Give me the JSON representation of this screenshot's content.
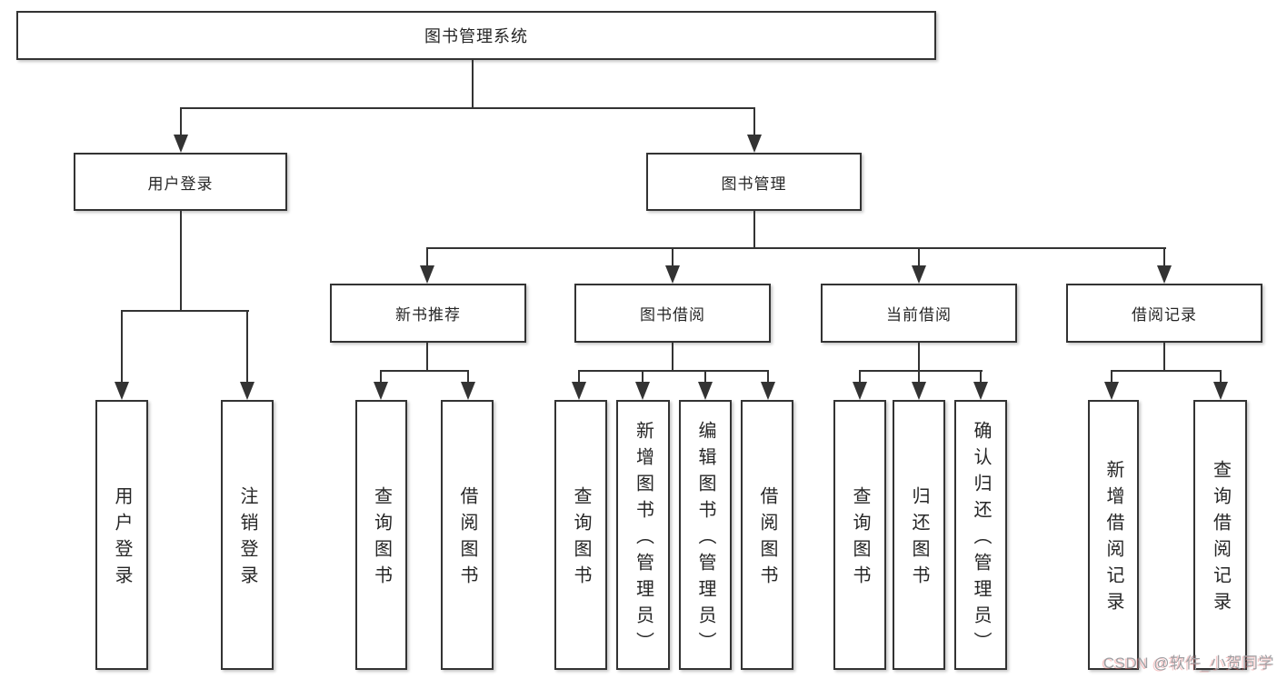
{
  "diagram": {
    "root": {
      "label": "图书管理系统"
    },
    "level2": {
      "user_login": {
        "label": "用户登录"
      },
      "book_management": {
        "label": "图书管理"
      }
    },
    "level3": {
      "new_book_recommend": {
        "label": "新书推荐"
      },
      "book_borrow": {
        "label": "图书借阅"
      },
      "current_borrow": {
        "label": "当前借阅"
      },
      "borrow_records": {
        "label": "借阅记录"
      }
    },
    "leaves": {
      "user_login": {
        "label": "用户登录"
      },
      "logout": {
        "label": "注销登录"
      },
      "query_books_recommend": {
        "label": "查询图书"
      },
      "borrow_books_recommend": {
        "label": "借阅图书"
      },
      "query_books_borrow": {
        "label": "查询图书"
      },
      "add_book_admin": {
        "label": "新增图书（管理员）"
      },
      "edit_book_admin": {
        "label": "编辑图书（管理员）"
      },
      "borrow_books_b": {
        "label": "借阅图书"
      },
      "query_books_current": {
        "label": "查询图书"
      },
      "return_book": {
        "label": "归还图书"
      },
      "confirm_return_admin": {
        "label": "确认归还（管理员）"
      },
      "add_borrow_record": {
        "label": "新增借阅记录"
      },
      "query_borrow_record": {
        "label": "查询借阅记录"
      }
    },
    "watermark": {
      "text": "CSDN @软件_小贺同学"
    },
    "colors": {
      "line": "#333333",
      "box_fill": "#ffffff",
      "text": "#262626",
      "watermark": "#9f9fa3"
    }
  }
}
